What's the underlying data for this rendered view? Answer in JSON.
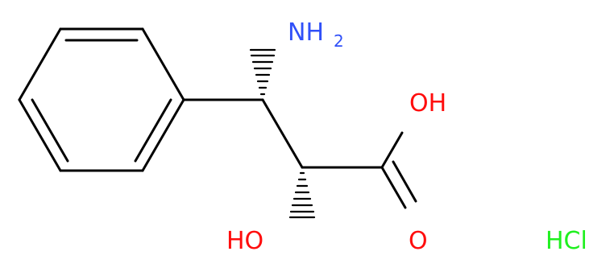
{
  "molecule": {
    "colors": {
      "bond": "#000000",
      "nitrogen": "#3050f8",
      "oxygen": "#ff0d0d",
      "chlorine": "#1ff01f"
    },
    "labels": {
      "amine_main": "NH",
      "amine_sub": "2",
      "hydroxyl_top": "OH",
      "hydroxyl_bottom": "HO",
      "carbonyl_oxygen": "O",
      "salt": "HCl"
    }
  }
}
